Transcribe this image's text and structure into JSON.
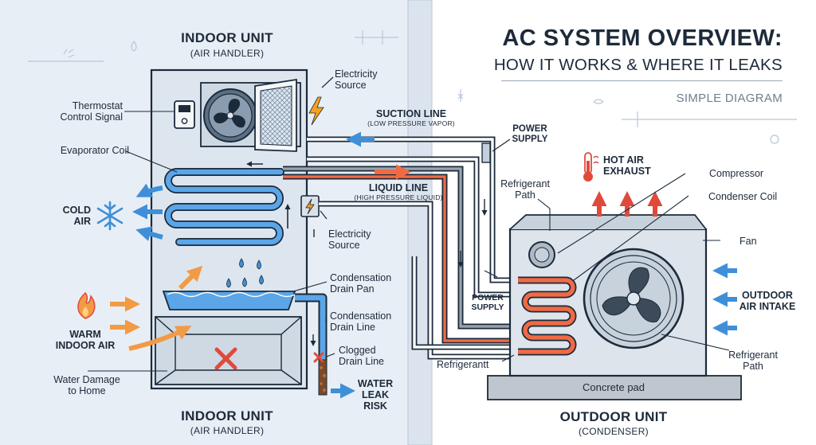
{
  "title": {
    "line1": "AC SYSTEM OVERVIEW:",
    "line2": "HOW IT WORKS & WHERE IT LEAKS",
    "tag": "SIMPLE DIAGRAM"
  },
  "indoor": {
    "top_title": "INDOOR UNIT",
    "top_sub": "(AIR HANDLER)",
    "bottom_title": "INDOOR UNIT",
    "bottom_sub": "(AIR HANDLER)"
  },
  "outdoor": {
    "title": "OUTDOOR UNIT",
    "sub": "(CONDENSER)",
    "pad": "Concrete pad"
  },
  "labels": {
    "thermostat_1": "Thermostat",
    "thermostat_2": "Control Signal",
    "elec_top_1": "Electricity",
    "elec_top_2": "Source",
    "evaporator": "Evaporator Coil",
    "cold_1": "COLD",
    "cold_2": "AIR",
    "warm_1": "WARM",
    "warm_2": "INDOOR AIR",
    "water_damage_1": "Water Damage",
    "water_damage_2": "to Home",
    "suction": "SUCTION LINE",
    "suction_sub": "(LOW PRESSURE VAPOR)",
    "liquid": "LIQUID LINE",
    "liquid_sub": "(HIGH PRESSURE LIQUID)",
    "elec_mid_1": "Electricity",
    "elec_mid_2": "Source",
    "drain_pan_1": "Condensation",
    "drain_pan_2": "Drain Pan",
    "drain_line_1": "Condensation",
    "drain_line_2": "Drain Line",
    "clogged_1": "Clogged",
    "clogged_2": "Drain Line",
    "leak_1": "WATER",
    "leak_2": "LEAK",
    "leak_3": "RISK",
    "power_top_1": "POWER",
    "power_top_2": "SUPPLY",
    "power_mid_1": "POWER",
    "power_mid_2": "SUPPLY",
    "ref_path_1": "Refrigerant",
    "ref_path_2": "Path",
    "refrigerant_bottom": "Refrigerantt",
    "hot_1": "HOT AIR",
    "hot_2": "EXHAUST",
    "compressor": "Compressor",
    "condenser_coil": "Condenser Coil",
    "fan": "Fan",
    "outdoor_air_1": "OUTDOOR",
    "outdoor_air_2": "AIR INTAKE",
    "ref_path_r_1": "Refrigerant",
    "ref_path_r_2": "Path"
  },
  "icons": {
    "snowflake": "snowflake-icon",
    "flame": "flame-icon",
    "thermometer": "thermometer-icon",
    "bolt": "lightning-bolt-icon",
    "x_mark": "x-mark-icon",
    "fan": "fan-icon"
  },
  "colors": {
    "navy": "#1c2a3a",
    "cold_blue": "#3f8fd8",
    "hot_red": "#e04a3a",
    "refrigerant_orange": "#ef6a45",
    "warm_orange": "#f29a45",
    "bolt_orange": "#f3a21e",
    "panel_bg": "#e8eef5"
  }
}
